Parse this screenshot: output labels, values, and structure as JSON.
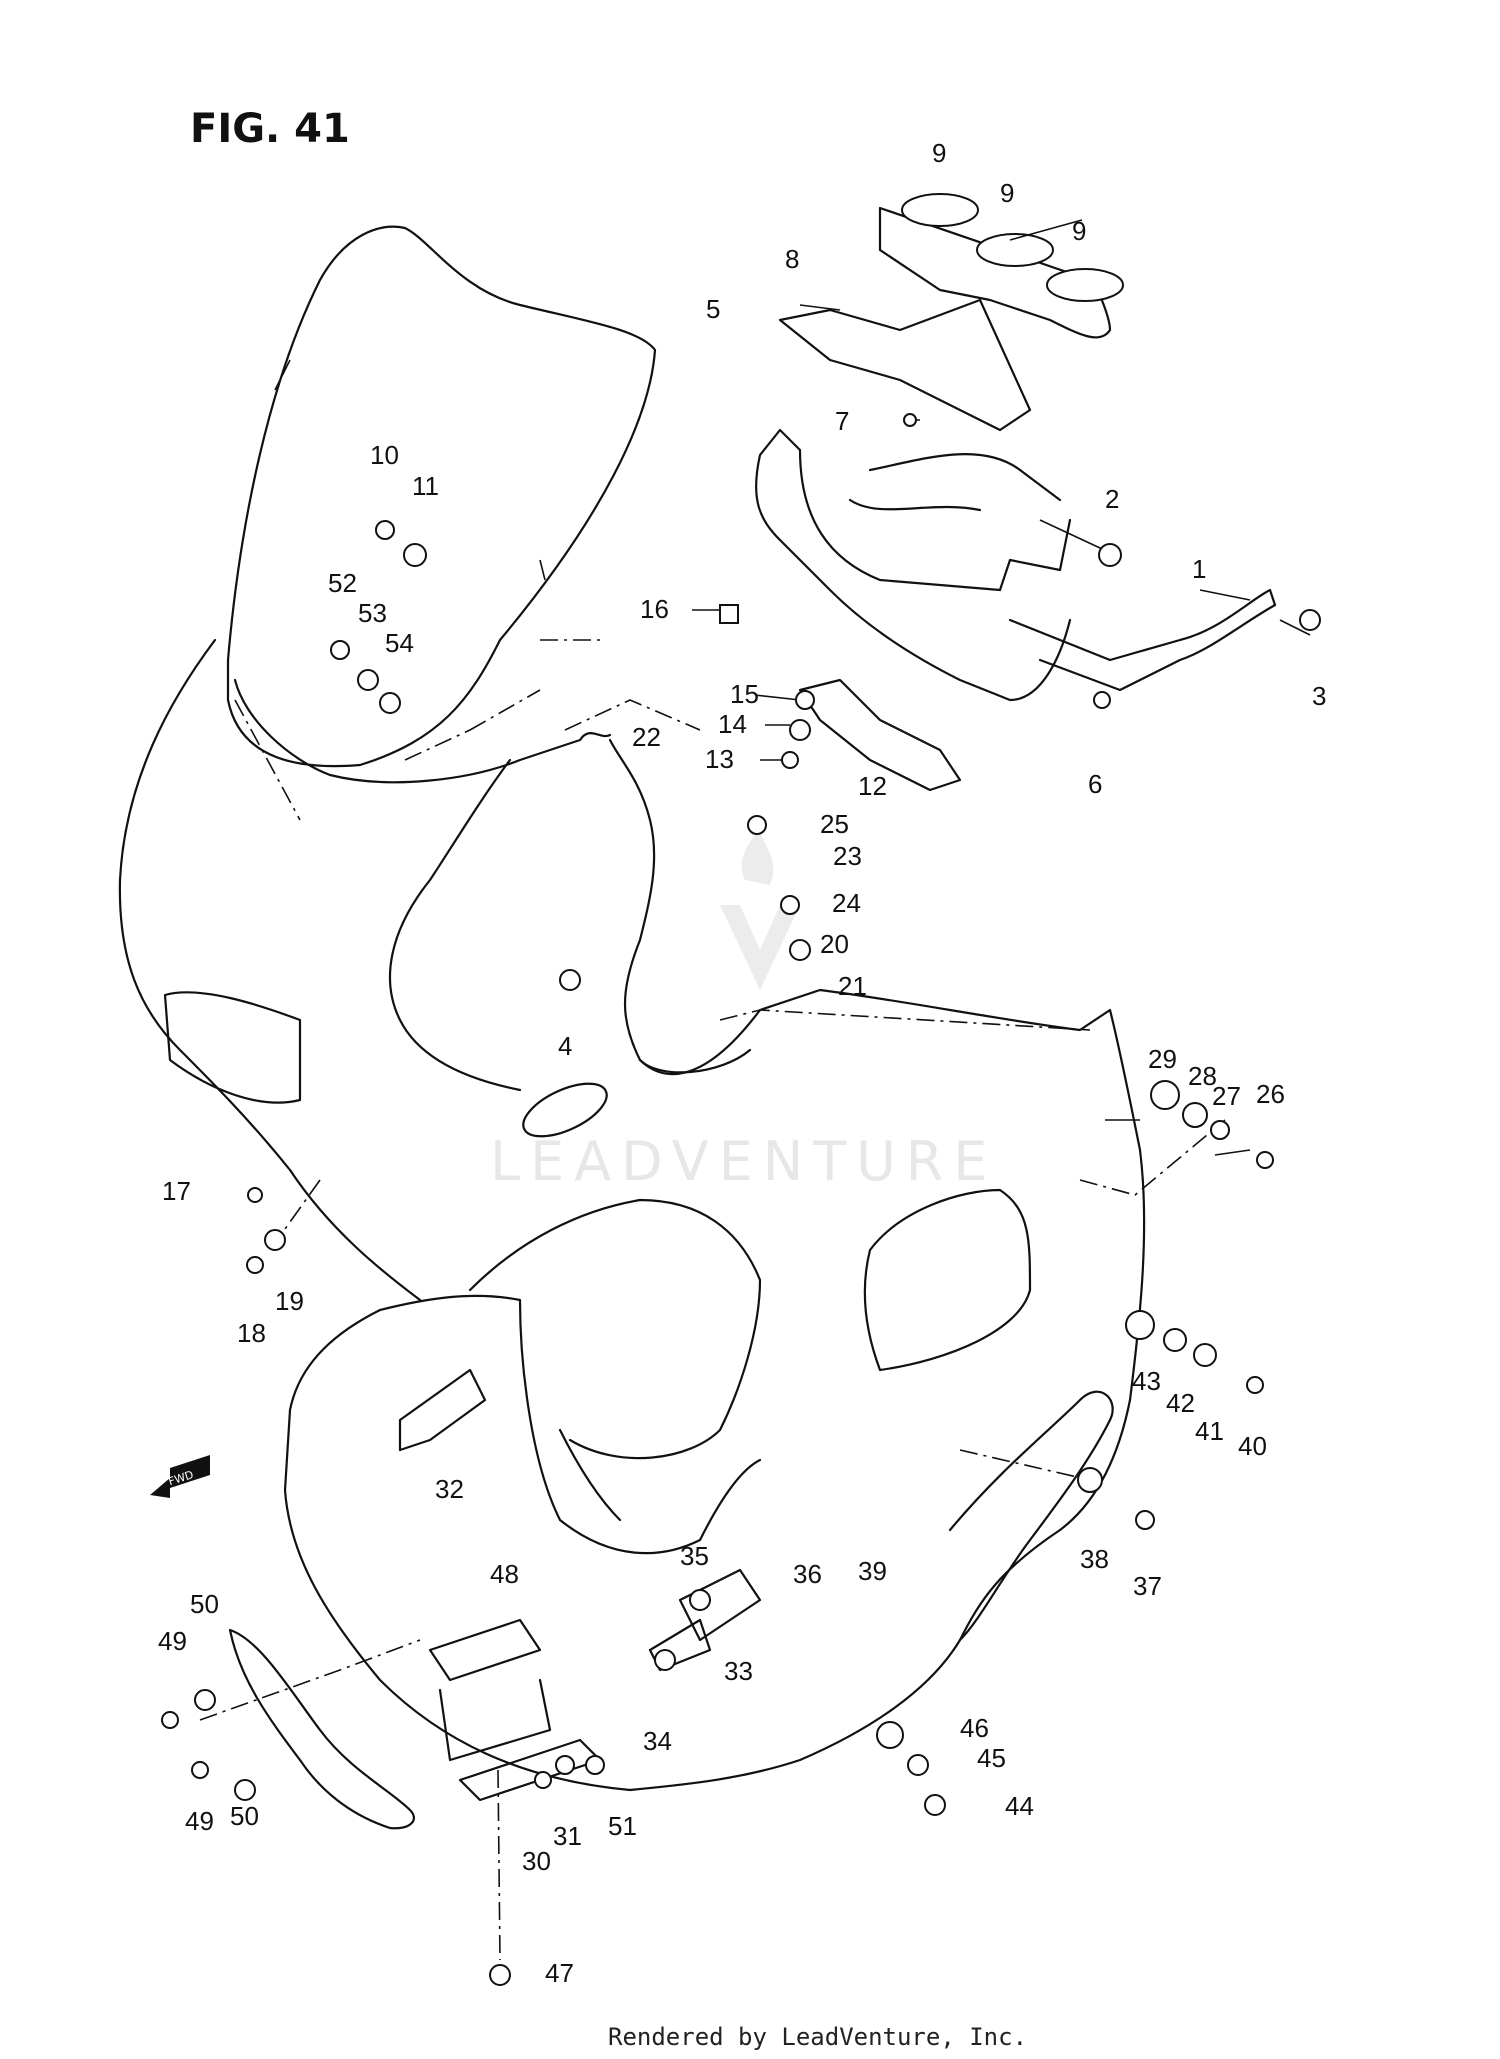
{
  "figure": {
    "title": "FIG. 41",
    "credit": "Rendered by LeadVenture, Inc.",
    "watermark": "LEADVENTURE",
    "fwd_label": "FWD"
  },
  "callouts": [
    {
      "id": "c9a",
      "text": "9"
    },
    {
      "id": "c9b",
      "text": "9"
    },
    {
      "id": "c9c",
      "text": "9"
    },
    {
      "id": "c8",
      "text": "8"
    },
    {
      "id": "c5",
      "text": "5"
    },
    {
      "id": "c7",
      "text": "7"
    },
    {
      "id": "c2",
      "text": "2"
    },
    {
      "id": "c1",
      "text": "1"
    },
    {
      "id": "c3",
      "text": "3"
    },
    {
      "id": "c16",
      "text": "16"
    },
    {
      "id": "c15",
      "text": "15"
    },
    {
      "id": "c14",
      "text": "14"
    },
    {
      "id": "c13",
      "text": "13"
    },
    {
      "id": "c12",
      "text": "12"
    },
    {
      "id": "c6",
      "text": "6"
    },
    {
      "id": "c10",
      "text": "10"
    },
    {
      "id": "c11",
      "text": "11"
    },
    {
      "id": "c52",
      "text": "52"
    },
    {
      "id": "c53",
      "text": "53"
    },
    {
      "id": "c54",
      "text": "54"
    },
    {
      "id": "c22",
      "text": "22"
    },
    {
      "id": "c25",
      "text": "25"
    },
    {
      "id": "c23",
      "text": "23"
    },
    {
      "id": "c24",
      "text": "24"
    },
    {
      "id": "c20",
      "text": "20"
    },
    {
      "id": "c21",
      "text": "21"
    },
    {
      "id": "c4",
      "text": "4"
    },
    {
      "id": "c29",
      "text": "29"
    },
    {
      "id": "c28",
      "text": "28"
    },
    {
      "id": "c27",
      "text": "27"
    },
    {
      "id": "c26",
      "text": "26"
    },
    {
      "id": "c17",
      "text": "17"
    },
    {
      "id": "c19",
      "text": "19"
    },
    {
      "id": "c18",
      "text": "18"
    },
    {
      "id": "c43",
      "text": "43"
    },
    {
      "id": "c42",
      "text": "42"
    },
    {
      "id": "c41",
      "text": "41"
    },
    {
      "id": "c40",
      "text": "40"
    },
    {
      "id": "c32",
      "text": "32"
    },
    {
      "id": "c38",
      "text": "38"
    },
    {
      "id": "c37",
      "text": "37"
    },
    {
      "id": "c35",
      "text": "35"
    },
    {
      "id": "c36",
      "text": "36"
    },
    {
      "id": "c39",
      "text": "39"
    },
    {
      "id": "c48",
      "text": "48"
    },
    {
      "id": "c33",
      "text": "33"
    },
    {
      "id": "c34",
      "text": "34"
    },
    {
      "id": "c50a",
      "text": "50"
    },
    {
      "id": "c49a",
      "text": "49"
    },
    {
      "id": "c49b",
      "text": "49"
    },
    {
      "id": "c50b",
      "text": "50"
    },
    {
      "id": "c46",
      "text": "46"
    },
    {
      "id": "c45",
      "text": "45"
    },
    {
      "id": "c44",
      "text": "44"
    },
    {
      "id": "c30",
      "text": "30"
    },
    {
      "id": "c31",
      "text": "31"
    },
    {
      "id": "c51",
      "text": "51"
    },
    {
      "id": "c47",
      "text": "47"
    }
  ]
}
